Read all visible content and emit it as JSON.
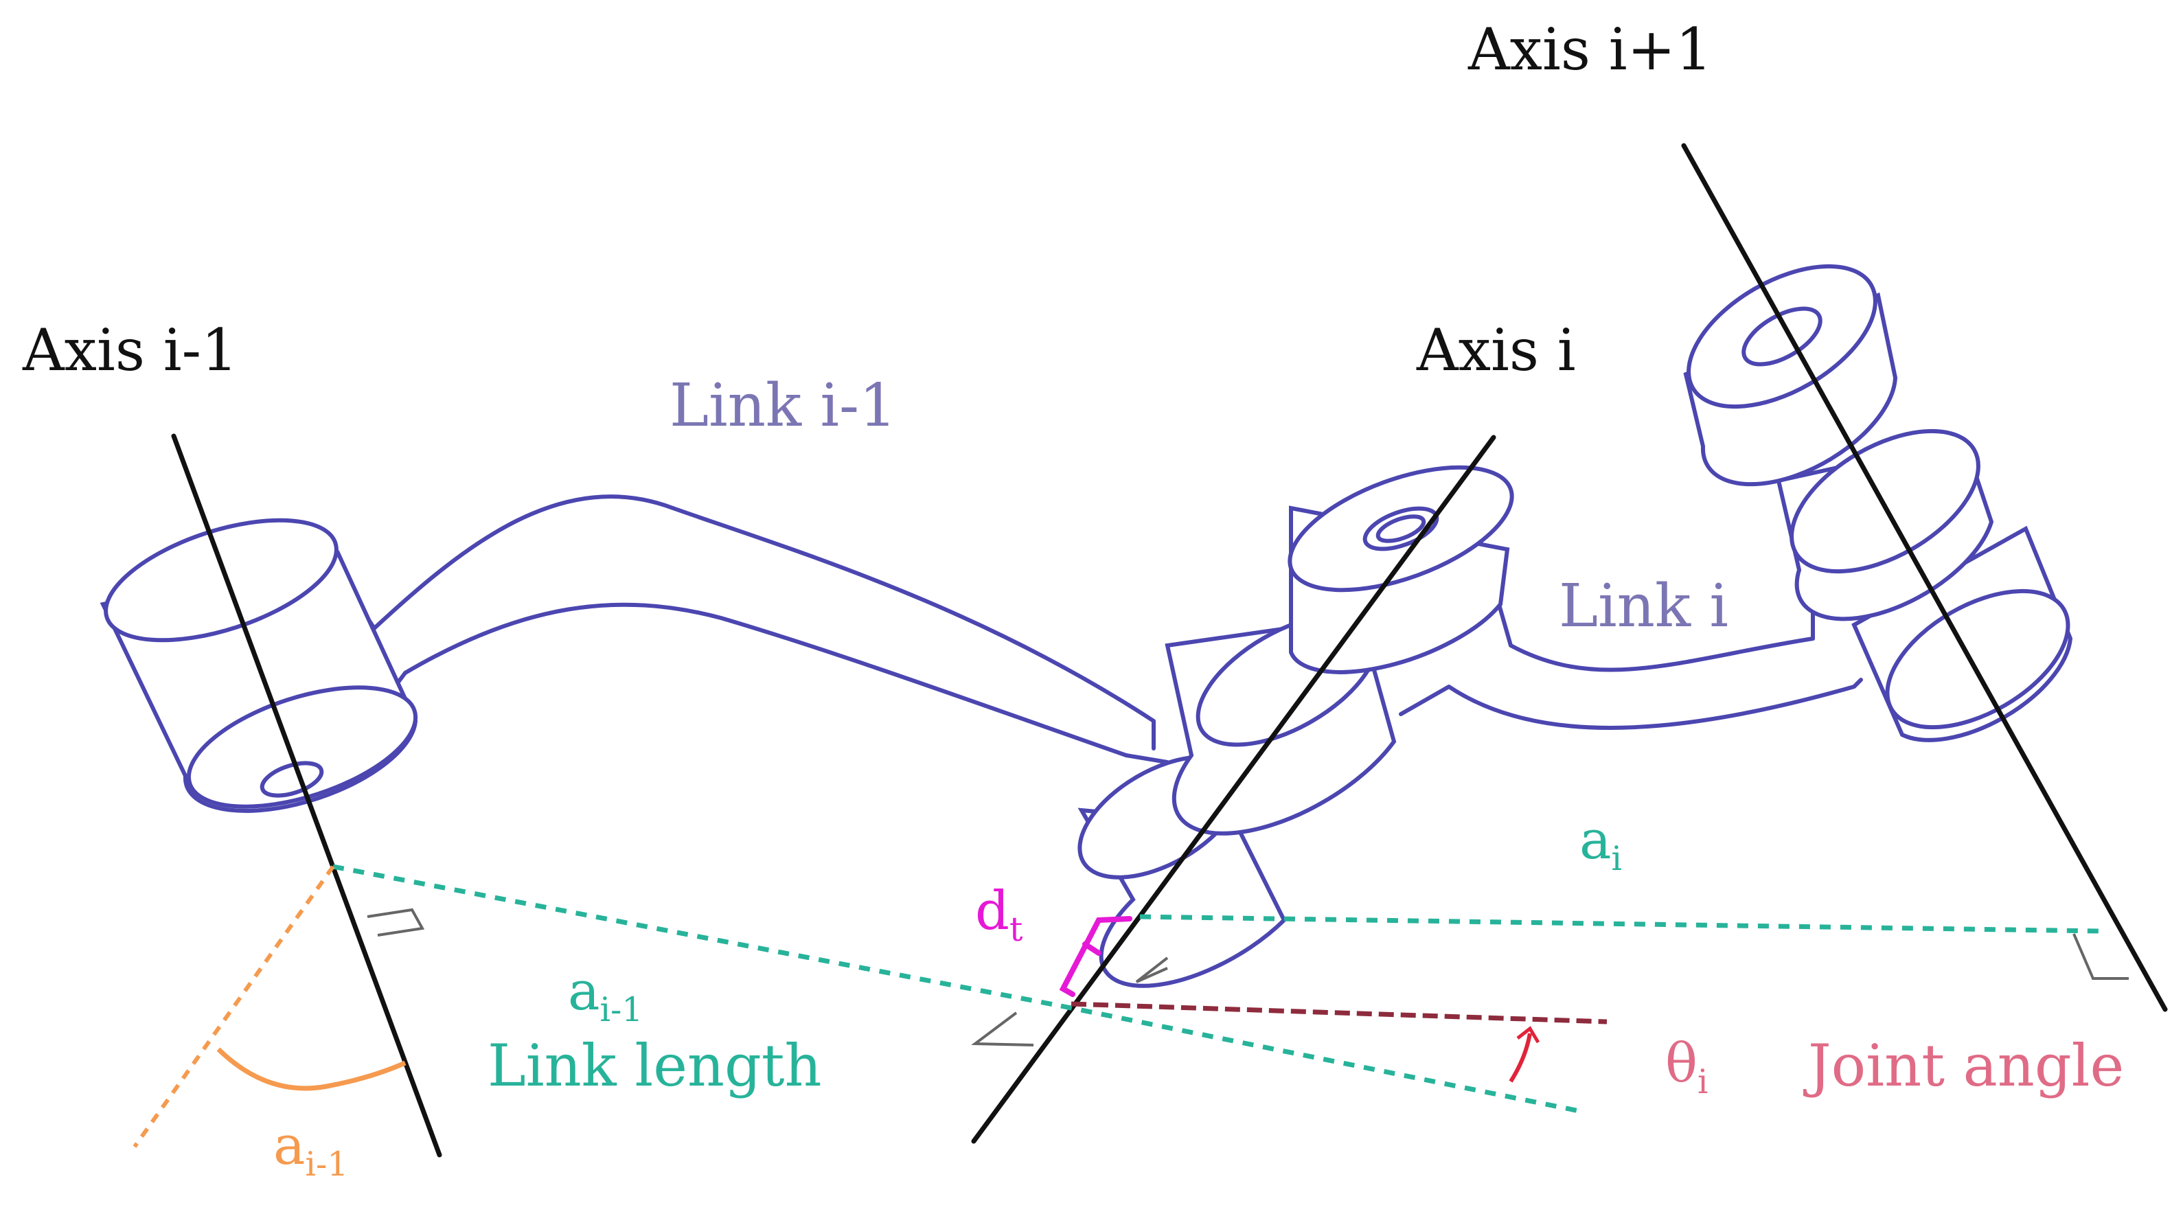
{
  "labels": {
    "axis_prev": "Axis i-1",
    "axis_cur": "Axis i",
    "axis_next": "Axis i+1",
    "link_prev": "Link i-1",
    "link_cur": "Link i",
    "a_i_base": "a",
    "a_i_sub": "i",
    "a_prev_base": "a",
    "a_prev_sub": "i-1",
    "link_length": "Link length",
    "twist_base": "a",
    "twist_sub": "i-1",
    "offset_base": "d",
    "offset_sub": "t",
    "theta_base": "θ",
    "theta_sub": "i",
    "joint_angle": "Joint angle"
  },
  "colors": {
    "joint_outline": "#4b46b0",
    "axis_line": "#111111",
    "link_length": "#27b39a",
    "joint_angle": "#e06b86",
    "twist": "#f59a4e",
    "offset": "#e619d6",
    "theta_line": "#8e2b3d"
  }
}
